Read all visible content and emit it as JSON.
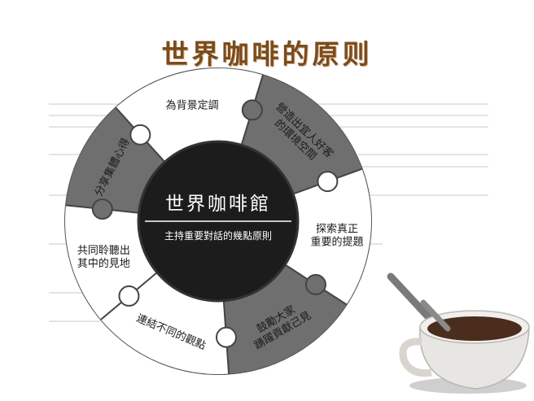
{
  "title": "世界咖啡的原则",
  "diagram": {
    "center_title": "世界咖啡館",
    "center_subtitle": "主持重要對話的幾點原則",
    "segments": [
      {
        "lines": [
          "為背景定調"
        ]
      },
      {
        "lines": [
          "營造出宜人好客",
          "的環境空間"
        ]
      },
      {
        "lines": [
          "探索真正",
          "重要的提題"
        ]
      },
      {
        "lines": [
          "鼓勵大家",
          "踴躍貢獻己見"
        ]
      },
      {
        "lines": [
          "連結不同的觀點"
        ]
      },
      {
        "lines": [
          "共同聆聽出",
          "其中的見地"
        ]
      },
      {
        "lines": [
          "分享集體心得"
        ]
      }
    ]
  },
  "colors": {
    "title": "#7a4a1d",
    "ring_dark": "#6e6e6e",
    "ring_light": "#ffffff",
    "center": "#1c1c1c"
  },
  "icons": [
    "coffee-cup-icon"
  ]
}
